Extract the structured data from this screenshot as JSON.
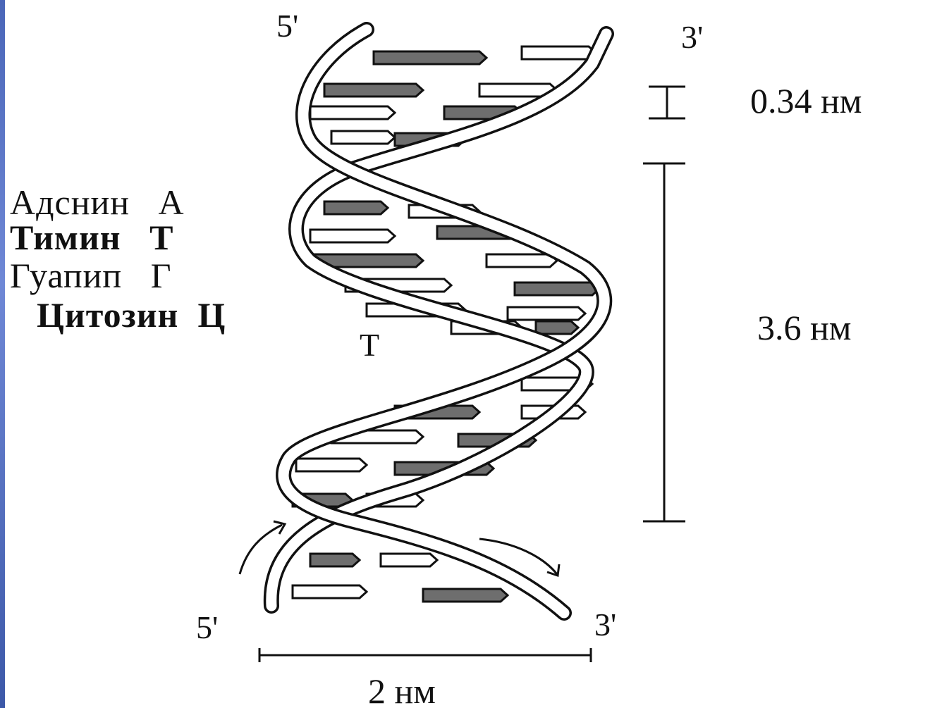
{
  "labels": {
    "top_left": "5'",
    "top_right": "3'",
    "bottom_left": "5'",
    "bottom_right": "3'",
    "rise": "0.34 нм",
    "pitch": "3.6 нм",
    "width": "2 нм",
    "stray_letter": "Т"
  },
  "legend": [
    {
      "name": "Адснин",
      "code": "А"
    },
    {
      "name": "Тимин",
      "code": "Т"
    },
    {
      "name": "Гуапип",
      "code": "Г"
    },
    {
      "name": "Цитозин",
      "code": "Ц"
    }
  ],
  "colors": {
    "base_dark": "#6e6e6e",
    "outline": "#111111",
    "accent_bar": "#5a75c6"
  }
}
